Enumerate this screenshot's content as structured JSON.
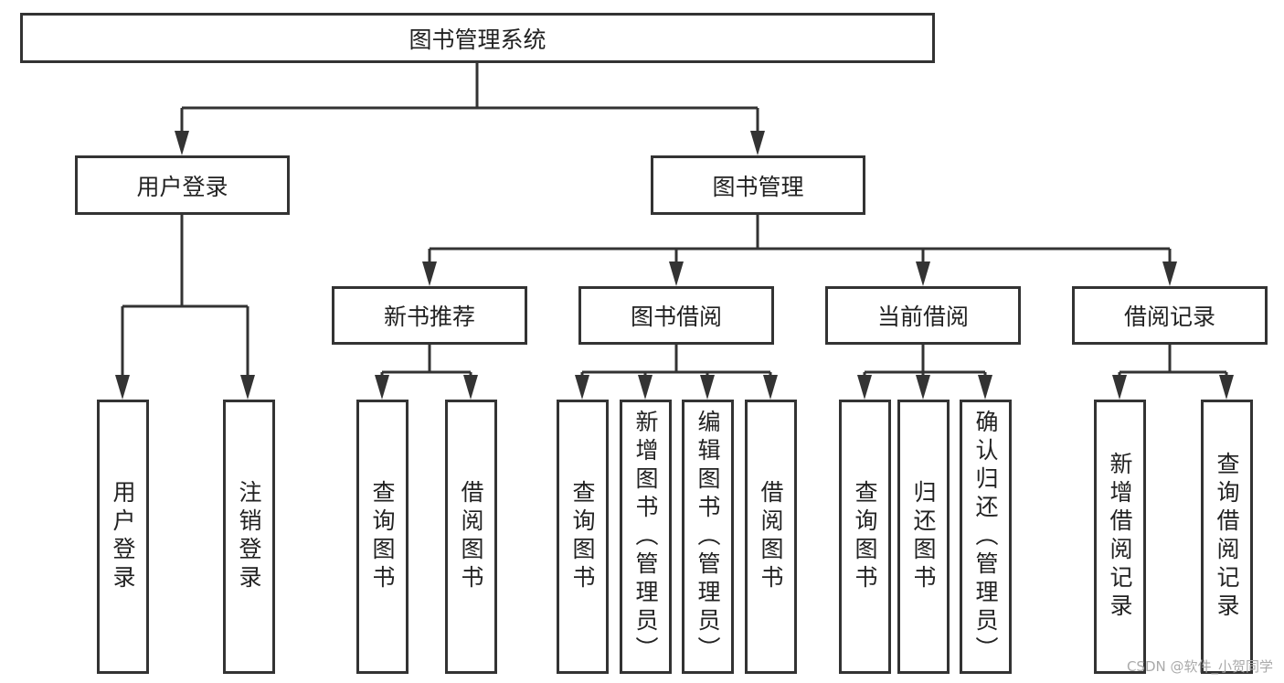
{
  "root": "图书管理系统",
  "level1": [
    "用户登录",
    "图书管理"
  ],
  "user_login_children": [
    "用户登录",
    "注销登录"
  ],
  "book_mgmt_children": [
    {
      "label": "新书推荐",
      "children": [
        "查询图书",
        "借阅图书"
      ]
    },
    {
      "label": "图书借阅",
      "children": [
        "查询图书",
        "新增图书（管理员）",
        "编辑图书（管理员）",
        "借阅图书"
      ]
    },
    {
      "label": "当前借阅",
      "children": [
        "查询图书",
        "归还图书",
        "确认归还（管理员）"
      ]
    },
    {
      "label": "借阅记录",
      "children": [
        "新增借阅记录",
        "查询借阅记录"
      ]
    }
  ],
  "watermark": "CSDN @软件_小贺同学",
  "colors": {
    "stroke": "#333333",
    "background": "#ffffff"
  }
}
